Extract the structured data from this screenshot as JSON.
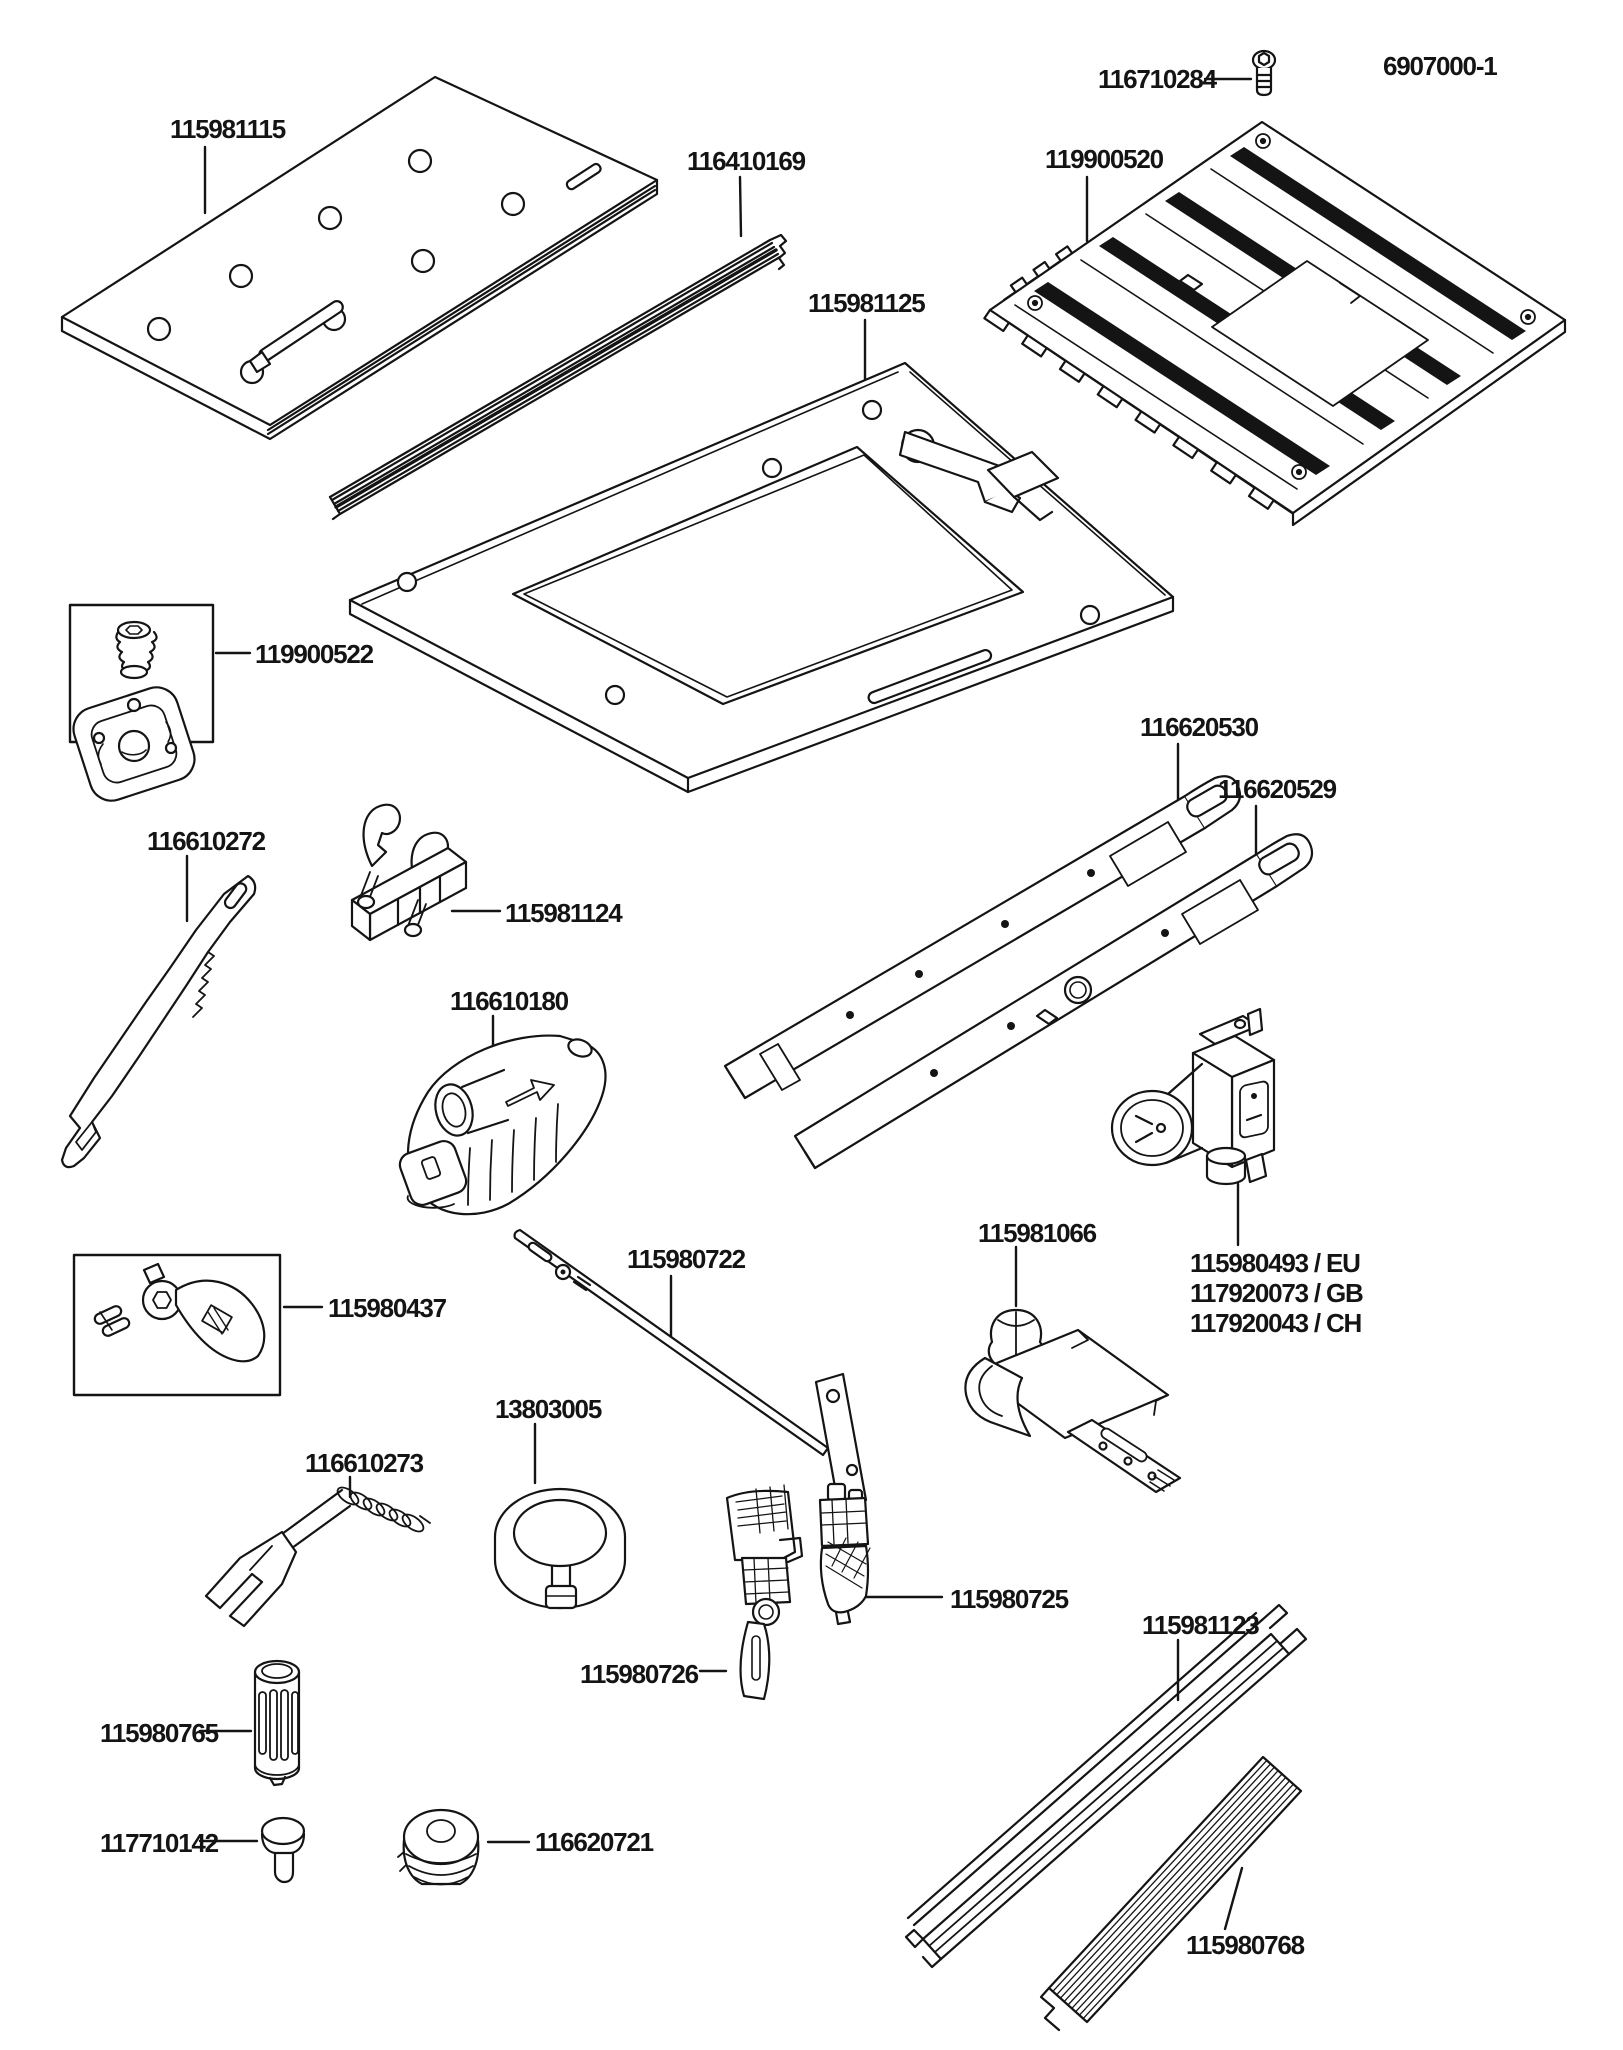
{
  "diagram": {
    "number": "6907000-1"
  },
  "colors": {
    "background": "#ffffff",
    "ink": "#141414"
  },
  "parts": {
    "base_plate": {
      "number": "115981115"
    },
    "rail_insert": {
      "number": "116410169"
    },
    "screw": {
      "number": "116710284"
    },
    "grooved_plate": {
      "number": "119900520"
    },
    "frame_plate": {
      "number": "115981125"
    },
    "insert_kit": {
      "number": "119900522"
    },
    "strip_long": {
      "number": "116620530"
    },
    "strip_short": {
      "number": "116620529"
    },
    "spanner": {
      "number": "116610272"
    },
    "hook_bar": {
      "number": "115981124"
    },
    "dust_adapter": {
      "number": "116610180"
    },
    "push_rod": {
      "number": "115980722"
    },
    "guide_fence": {
      "number": "115981066"
    },
    "power_unit": {
      "numbers": [
        "115980493 / EU",
        "117920073 / GB",
        "117920043 / CH"
      ]
    },
    "lever_kit": {
      "number": "115980437"
    },
    "clamp_band": {
      "number": "13803005"
    },
    "fork_tool": {
      "number": "116610273"
    },
    "clamp_lever_left": {
      "number": "115980726"
    },
    "clamp_lever_right": {
      "number": "115980725"
    },
    "guide_rail": {
      "number": "115981123"
    },
    "knob_grip": {
      "number": "115980765"
    },
    "plug_button": {
      "number": "117710142"
    },
    "end_cap": {
      "number": "116620721"
    },
    "rubber_strip": {
      "number": "115980768"
    }
  }
}
